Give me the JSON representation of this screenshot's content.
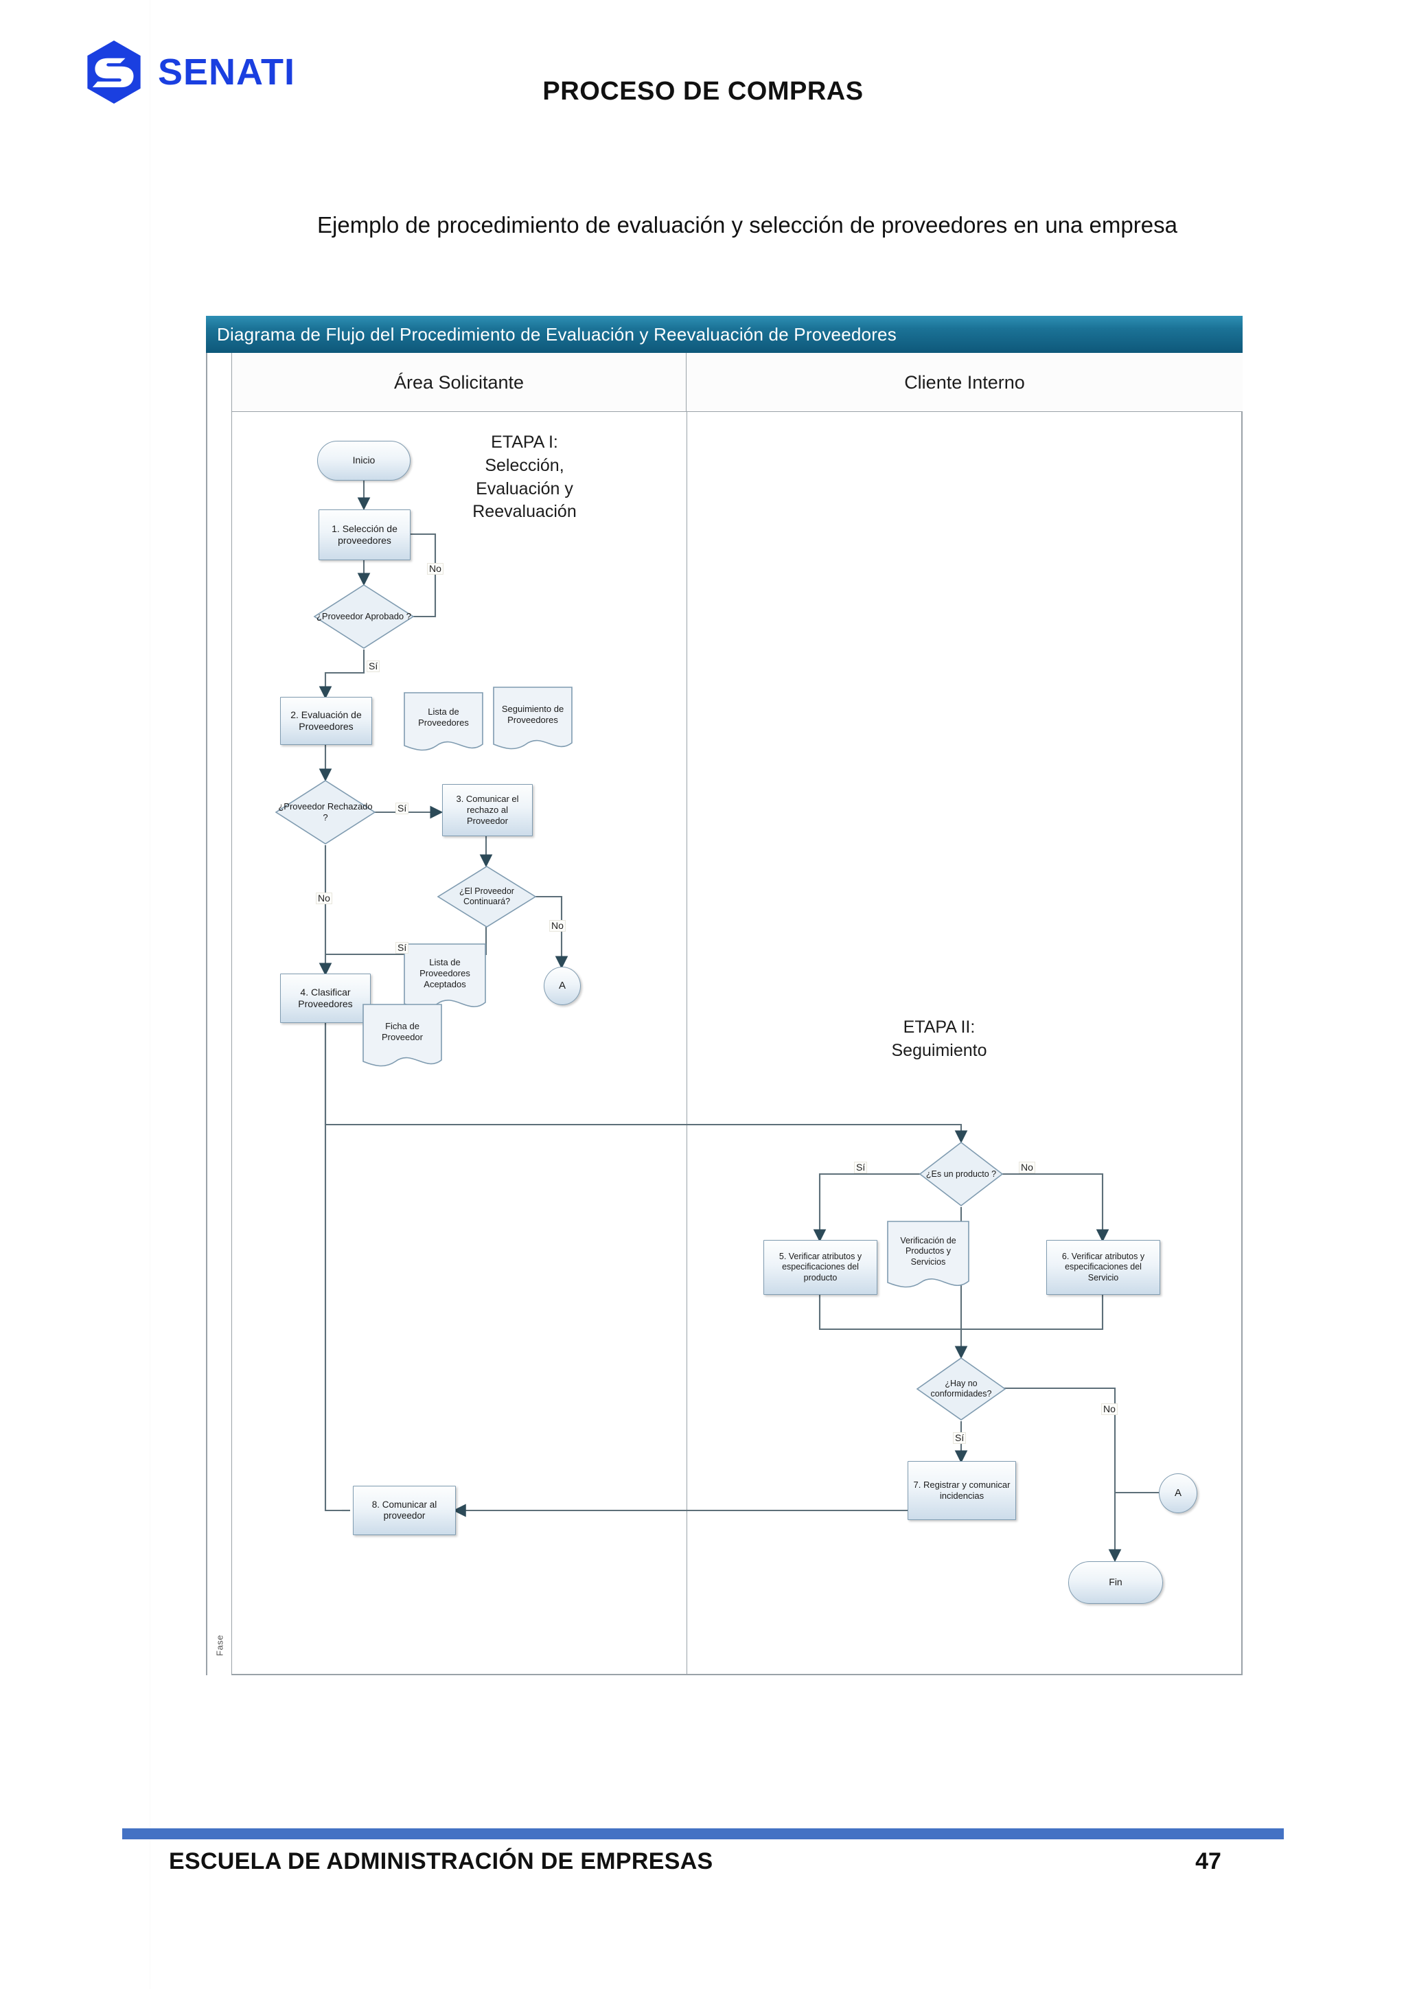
{
  "header": {
    "logo_text": "SENATI",
    "logo_icon": "senati-hexagon-logo",
    "title": "PROCESO DE COMPRAS",
    "logo_color": "#1a3fe0"
  },
  "intro": {
    "paragraph": "Ejemplo de procedimiento de evaluación y selección de proveedores en una empresa"
  },
  "diagram": {
    "title": "Diagrama de Flujo del Procedimiento de Evaluación y Reevaluación de Proveedores",
    "title_bar_color": "#0e587a",
    "phase_label": "Fase",
    "lanes": [
      {
        "label": "Área Solicitante"
      },
      {
        "label": "Cliente Interno"
      }
    ],
    "stage_labels": [
      {
        "text": "ETAPA I:\nSelección,\nEvaluación y\nReevaluación",
        "line1": "ETAPA I:",
        "line2": "Selección,",
        "line3": "Evaluación y",
        "line4": "Reevaluación"
      },
      {
        "text": "ETAPA II:\nSeguimiento",
        "line1": "ETAPA II:",
        "line2": "Seguimiento"
      }
    ],
    "nodes": [
      {
        "id": "inicio",
        "type": "terminator",
        "label": "Inicio"
      },
      {
        "id": "p1",
        "type": "process",
        "label": "1. Selección de proveedores"
      },
      {
        "id": "d1",
        "type": "decision",
        "label": "¿Proveedor Aprobado ?"
      },
      {
        "id": "p2",
        "type": "process",
        "label": "2. Evaluación de Proveedores"
      },
      {
        "id": "doc1",
        "type": "document",
        "label": "Lista de Proveedores"
      },
      {
        "id": "doc2",
        "type": "document",
        "label": "Seguimiento de Proveedores"
      },
      {
        "id": "d2",
        "type": "decision",
        "label": "¿Proveedor Rechazado ?"
      },
      {
        "id": "p3",
        "type": "process",
        "label": "3. Comunicar el rechazo al Proveedor"
      },
      {
        "id": "d3",
        "type": "decision",
        "label": "¿El Proveedor Continuará?"
      },
      {
        "id": "connA1",
        "type": "connector",
        "label": "A"
      },
      {
        "id": "p4",
        "type": "process",
        "label": "4. Clasificar Proveedores"
      },
      {
        "id": "doc3",
        "type": "document",
        "label": "Lista de Proveedores Aceptados"
      },
      {
        "id": "doc4",
        "type": "document",
        "label": "Ficha de Proveedor"
      },
      {
        "id": "d4",
        "type": "decision",
        "label": "¿Es un producto ?"
      },
      {
        "id": "p5",
        "type": "process",
        "label": "5. Verificar atributos y especificaciones del producto"
      },
      {
        "id": "doc5",
        "type": "document",
        "label": "Verificación de Productos y Servicios"
      },
      {
        "id": "p6",
        "type": "process",
        "label": "6. Verificar atributos y especificaciones del Servicio"
      },
      {
        "id": "d5",
        "type": "decision",
        "label": "¿Hay no conformidades?"
      },
      {
        "id": "p7",
        "type": "process",
        "label": "7. Registrar y comunicar incidencias"
      },
      {
        "id": "connA2",
        "type": "connector",
        "label": "A"
      },
      {
        "id": "fin",
        "type": "terminator",
        "label": "Fin"
      },
      {
        "id": "p8",
        "type": "process",
        "label": "8. Comunicar al proveedor"
      }
    ],
    "edge_labels": [
      {
        "id": "e-no-1",
        "text": "No"
      },
      {
        "id": "e-si-1",
        "text": "Sí"
      },
      {
        "id": "e-si-2",
        "text": "Sí"
      },
      {
        "id": "e-no-2",
        "text": "No"
      },
      {
        "id": "e-si-3",
        "text": "Sí"
      },
      {
        "id": "e-no-3",
        "text": "No"
      },
      {
        "id": "e-si-4",
        "text": "Sí"
      },
      {
        "id": "e-no-4",
        "text": "No"
      },
      {
        "id": "e-si-5",
        "text": "Sí"
      },
      {
        "id": "e-no-5",
        "text": "No"
      }
    ]
  },
  "footer": {
    "text": "ESCUELA DE ADMINISTRACIÓN DE EMPRESAS",
    "page": "47",
    "bar_color": "#4472C4"
  }
}
